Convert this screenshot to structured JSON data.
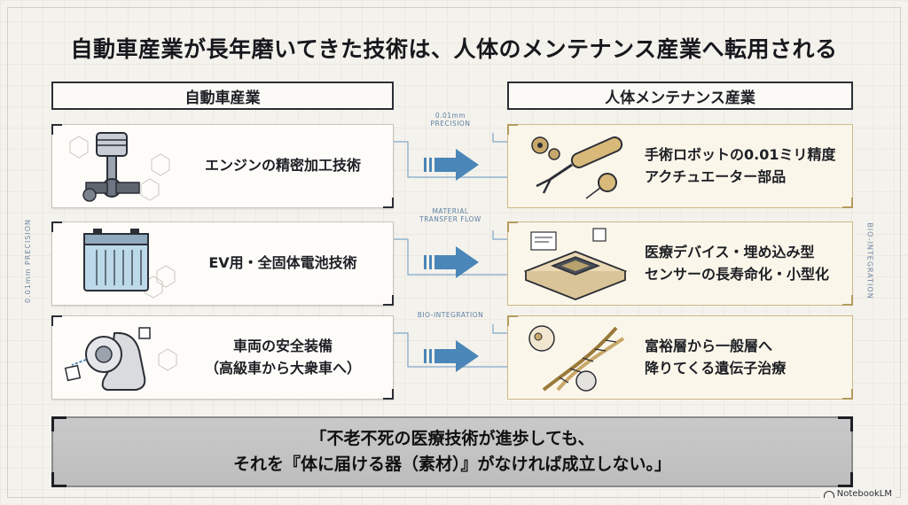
{
  "title": "自動車産業が長年磨いてきた技術は、人体のメンテナンス産業へ転用される",
  "left_header": "自動車産業",
  "right_header": "人体メンテナンス産業",
  "left_rows": [
    {
      "label": "エンジンの精密加工技術"
    },
    {
      "label": "EV用・全固体電池技術"
    },
    {
      "label_line1": "車両の安全装備",
      "label_line2": "（高級車から大衆車へ）"
    }
  ],
  "right_rows": [
    {
      "line1": "手術ロボットの0.01ミリ精度",
      "line2": "アクチュエーター部品"
    },
    {
      "line1": "医療デバイス・埋め込み型",
      "line2": "センサーの長寿命化・小型化"
    },
    {
      "line1": "富裕層から一般層へ",
      "line2": "降りてくる遺伝子治療"
    }
  ],
  "arrow_labels": {
    "a1_line1": "0.01mm",
    "a1_line2": "PRECISION",
    "a2_line1": "MATERIAL",
    "a2_line2": "TRANSFER FLOW",
    "a3_line1": "BIO-INTEGRATION"
  },
  "side_labels": {
    "left": "0.01mm PRECISION",
    "right": "BIO-INTEGRATION"
  },
  "quote": {
    "line1": "「不老不死の医療技術が進歩しても、",
    "line2": "それを『体に届ける器（素材）』がなければ成立しない。」"
  },
  "branding": "NotebookLM",
  "colors": {
    "accent": "#4a86b8",
    "gold": "#b49b5e",
    "ink": "#1d1f24"
  }
}
